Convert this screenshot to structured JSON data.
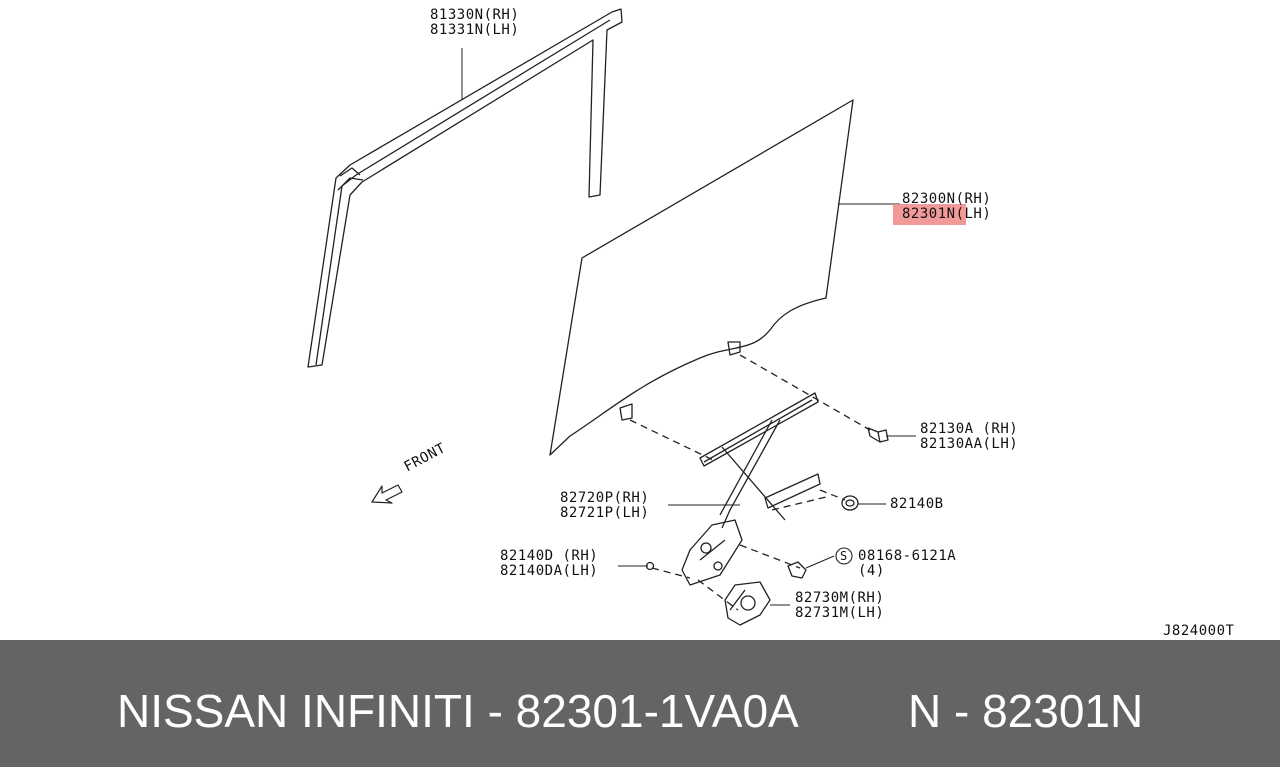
{
  "diagram": {
    "code": "J824000T",
    "front_label": "FRONT",
    "parts": {
      "weatherstrip": {
        "rh": "81330N(RH)",
        "lh": "81331N(LH)"
      },
      "glass": {
        "rh": "82300N(RH)",
        "lh_code": "82301N",
        "lh_side": "(LH)"
      },
      "bolt": {
        "rh": "82130A (RH)",
        "lh": "82130AA(LH)"
      },
      "nut": {
        "code": "82140B"
      },
      "regulator": {
        "rh": "82720P(RH)",
        "lh": "82721P(LH)"
      },
      "rivet": {
        "rh": "82140D (RH)",
        "lh": "82140DA(LH)"
      },
      "screw": {
        "code": "08168-6121A",
        "qty": "(4)",
        "symbol": "S"
      },
      "motor": {
        "rh": "82730M(RH)",
        "lh": "82731M(LH)"
      }
    },
    "highlight_color": "#f08888"
  },
  "footer": {
    "brand": "NISSAN INFINITI - 82301-1VA0A",
    "part_ref": "N - 82301N"
  }
}
